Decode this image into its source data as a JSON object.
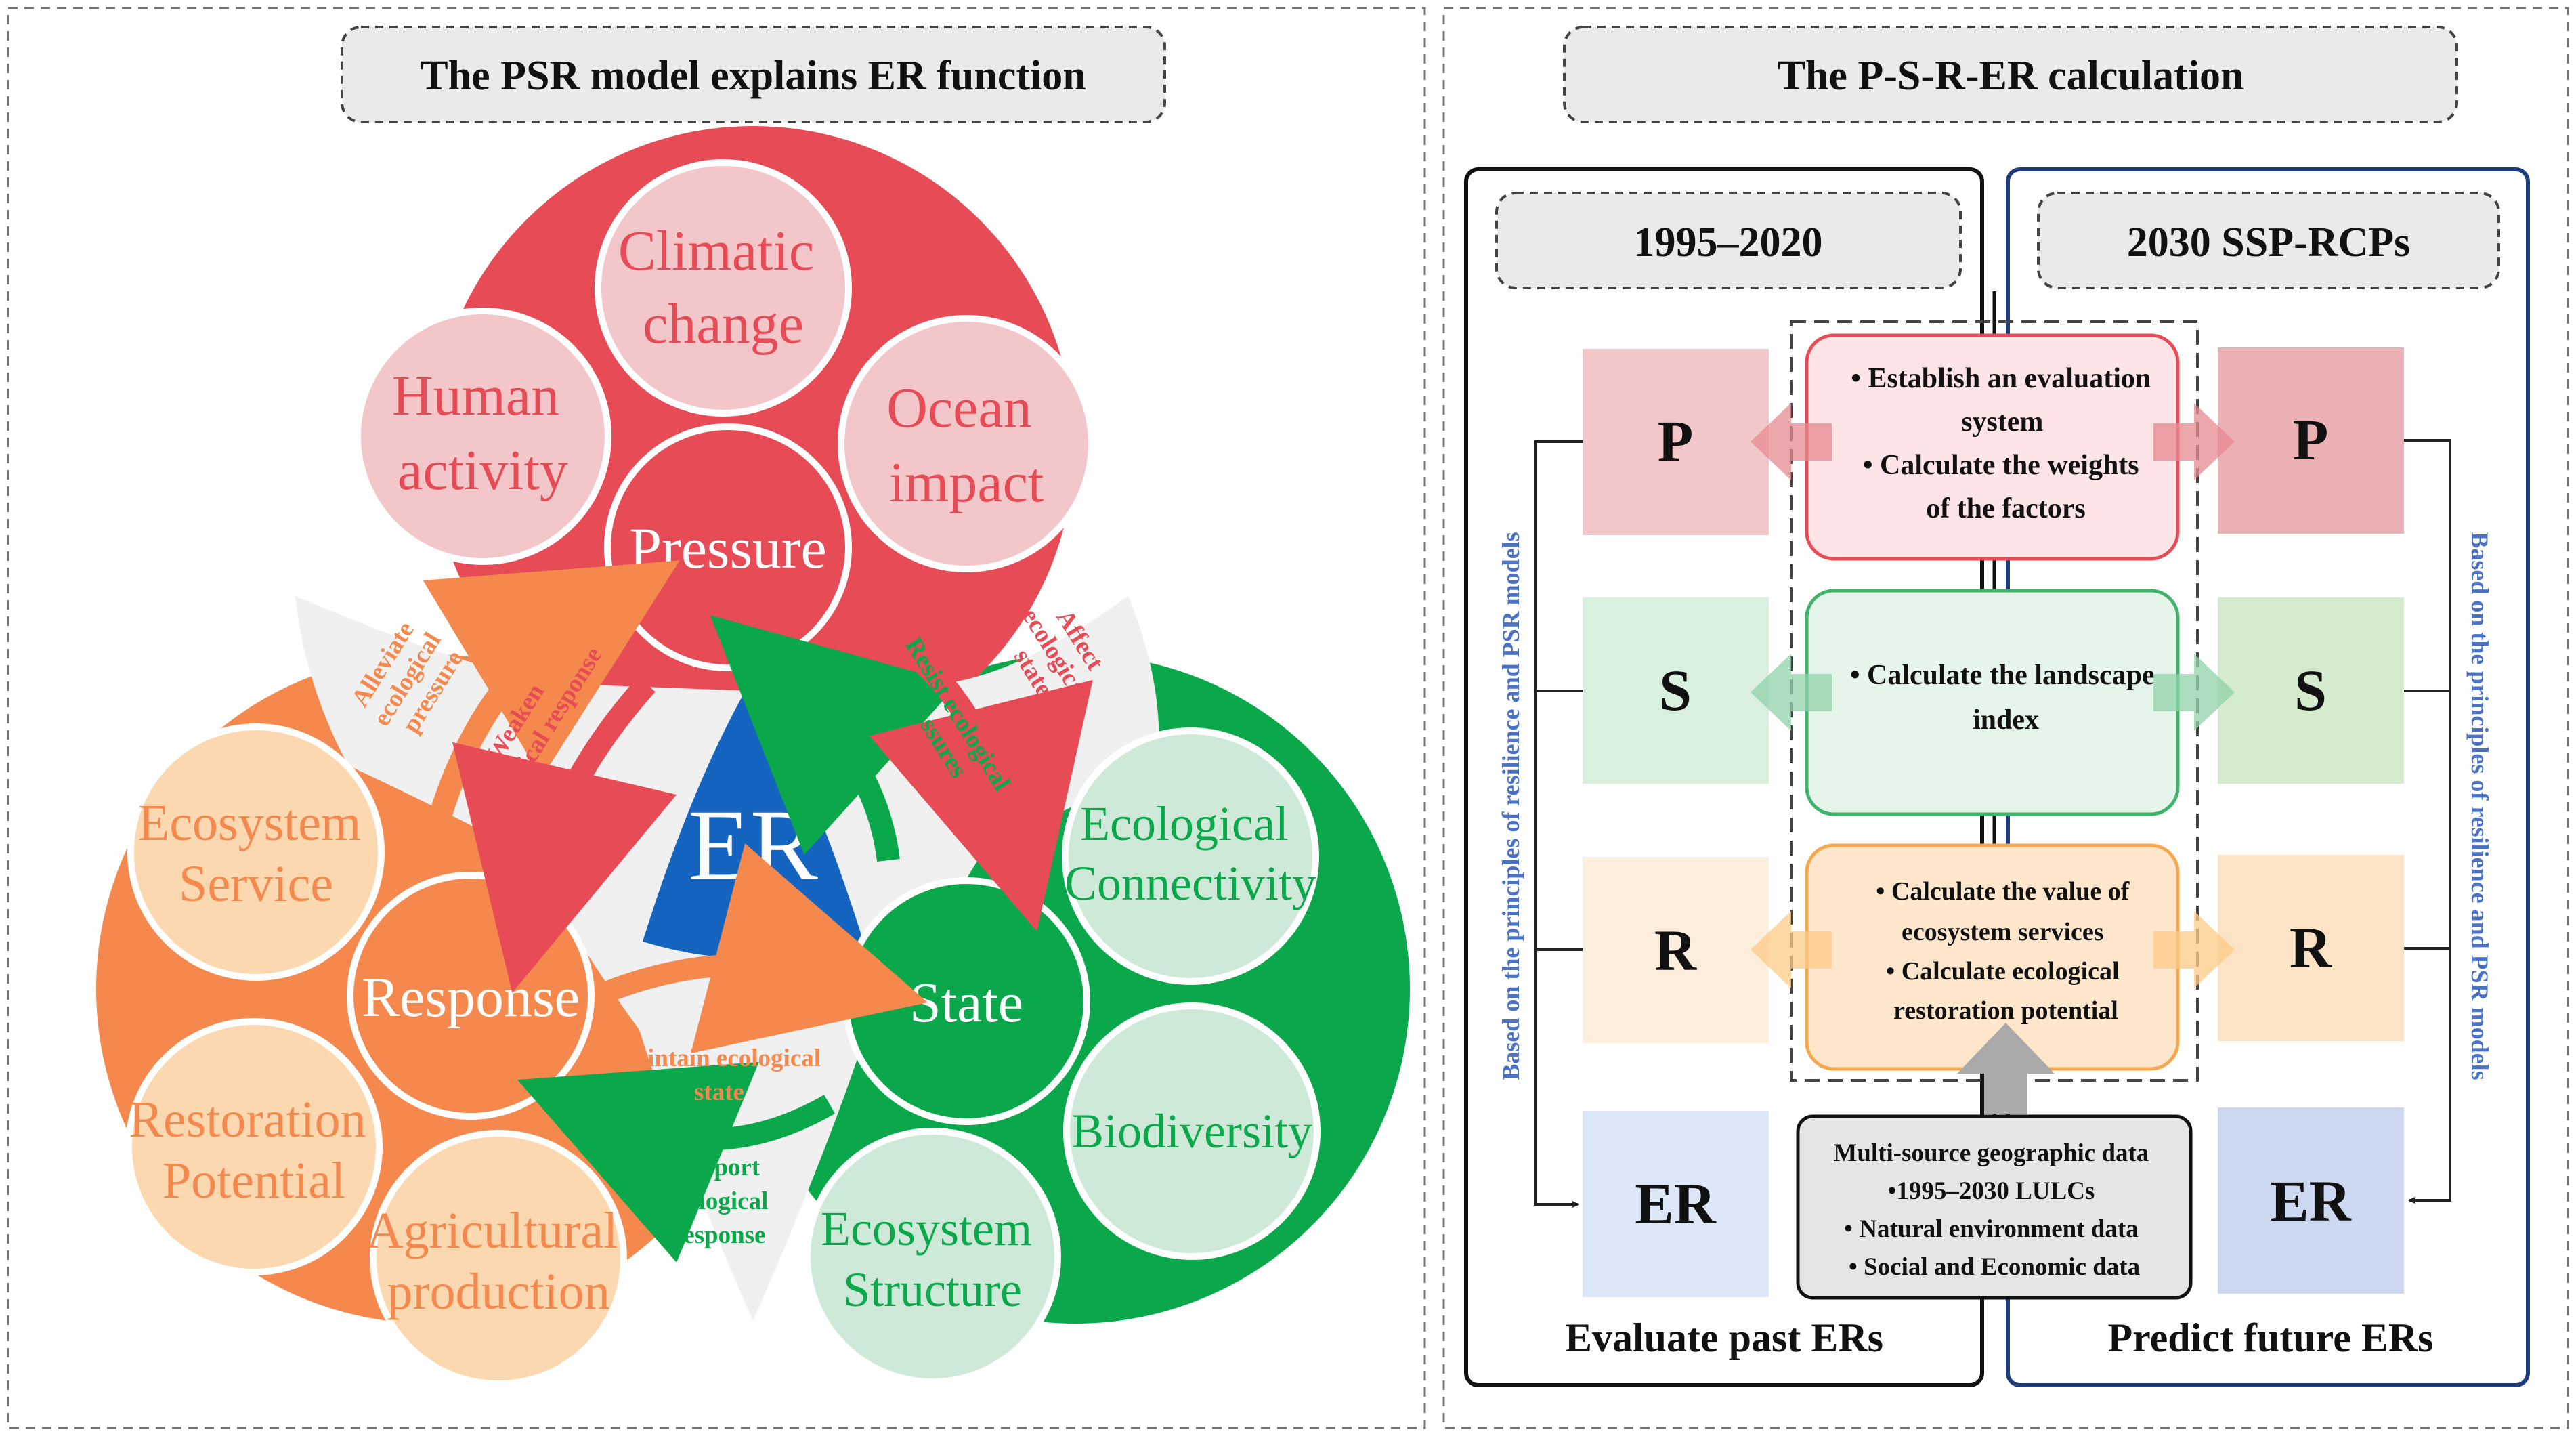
{
  "left_panel": {
    "title": "The PSR model explains ER function",
    "center": "ER",
    "pressure": {
      "label": "Pressure",
      "items": [
        {
          "l1": "Human",
          "l2": "activity"
        },
        {
          "l1": "Climatic",
          "l2": "change"
        },
        {
          "l1": "Ocean",
          "l2": "impact"
        }
      ]
    },
    "response": {
      "label": "Response",
      "items": [
        {
          "l1": "Ecosystem",
          "l2": "Service"
        },
        {
          "l1": "Restoration",
          "l2": "Potential"
        },
        {
          "l1": "Agricultural",
          "l2": "production"
        }
      ]
    },
    "state": {
      "label": "State",
      "items": [
        {
          "l1": "Ecological",
          "l2": "Connectivity"
        },
        {
          "l1": "Biodiversity",
          "l2": ""
        },
        {
          "l1": "Ecosystem",
          "l2": "Structure"
        }
      ]
    },
    "arrows": {
      "alleviate": [
        "Alleviate",
        "ecological",
        "pressure"
      ],
      "weaken": [
        "Weaken",
        "ecological response"
      ],
      "resist": [
        "Resist ecological",
        "pressures"
      ],
      "affect": [
        "Affect",
        "ecological",
        "state"
      ],
      "maintain": [
        "Maintain ecological",
        "state"
      ],
      "support": [
        "Support",
        "ecological",
        "response"
      ]
    }
  },
  "right_panel": {
    "title": "The P-S-R-ER calculation",
    "left_period": "1995–2020",
    "right_period": "2030 SSP-RCPs",
    "left_footer": "Evaluate past ERs",
    "right_footer": "Predict future ERs",
    "side_note": "Based on the principles of resilience and PSR models",
    "letters": [
      "P",
      "S",
      "R",
      "ER"
    ],
    "methods": {
      "p": [
        "• Establish an evaluation",
        "system",
        "• Calculate the weights",
        "of the factors"
      ],
      "s": [
        "• Calculate the landscape",
        "index"
      ],
      "r": [
        "• Calculate the value of",
        "ecosystem services",
        "• Calculate ecological",
        "restoration potential"
      ]
    },
    "data_box": {
      "title": "Multi-source geographic data",
      "items": [
        "•1995–2030 LULCs",
        "• Natural environment data",
        "• Social and Economic data"
      ]
    }
  },
  "colors": {
    "pressure": "#e64b56",
    "response": "#f5884d",
    "state": "#0aa84a",
    "er": "#1565c0",
    "pressure_light": "#f3c6c9",
    "response_light": "#fbd8b0",
    "state_light": "#cfe9d9",
    "er_light": "#dce8f7"
  }
}
